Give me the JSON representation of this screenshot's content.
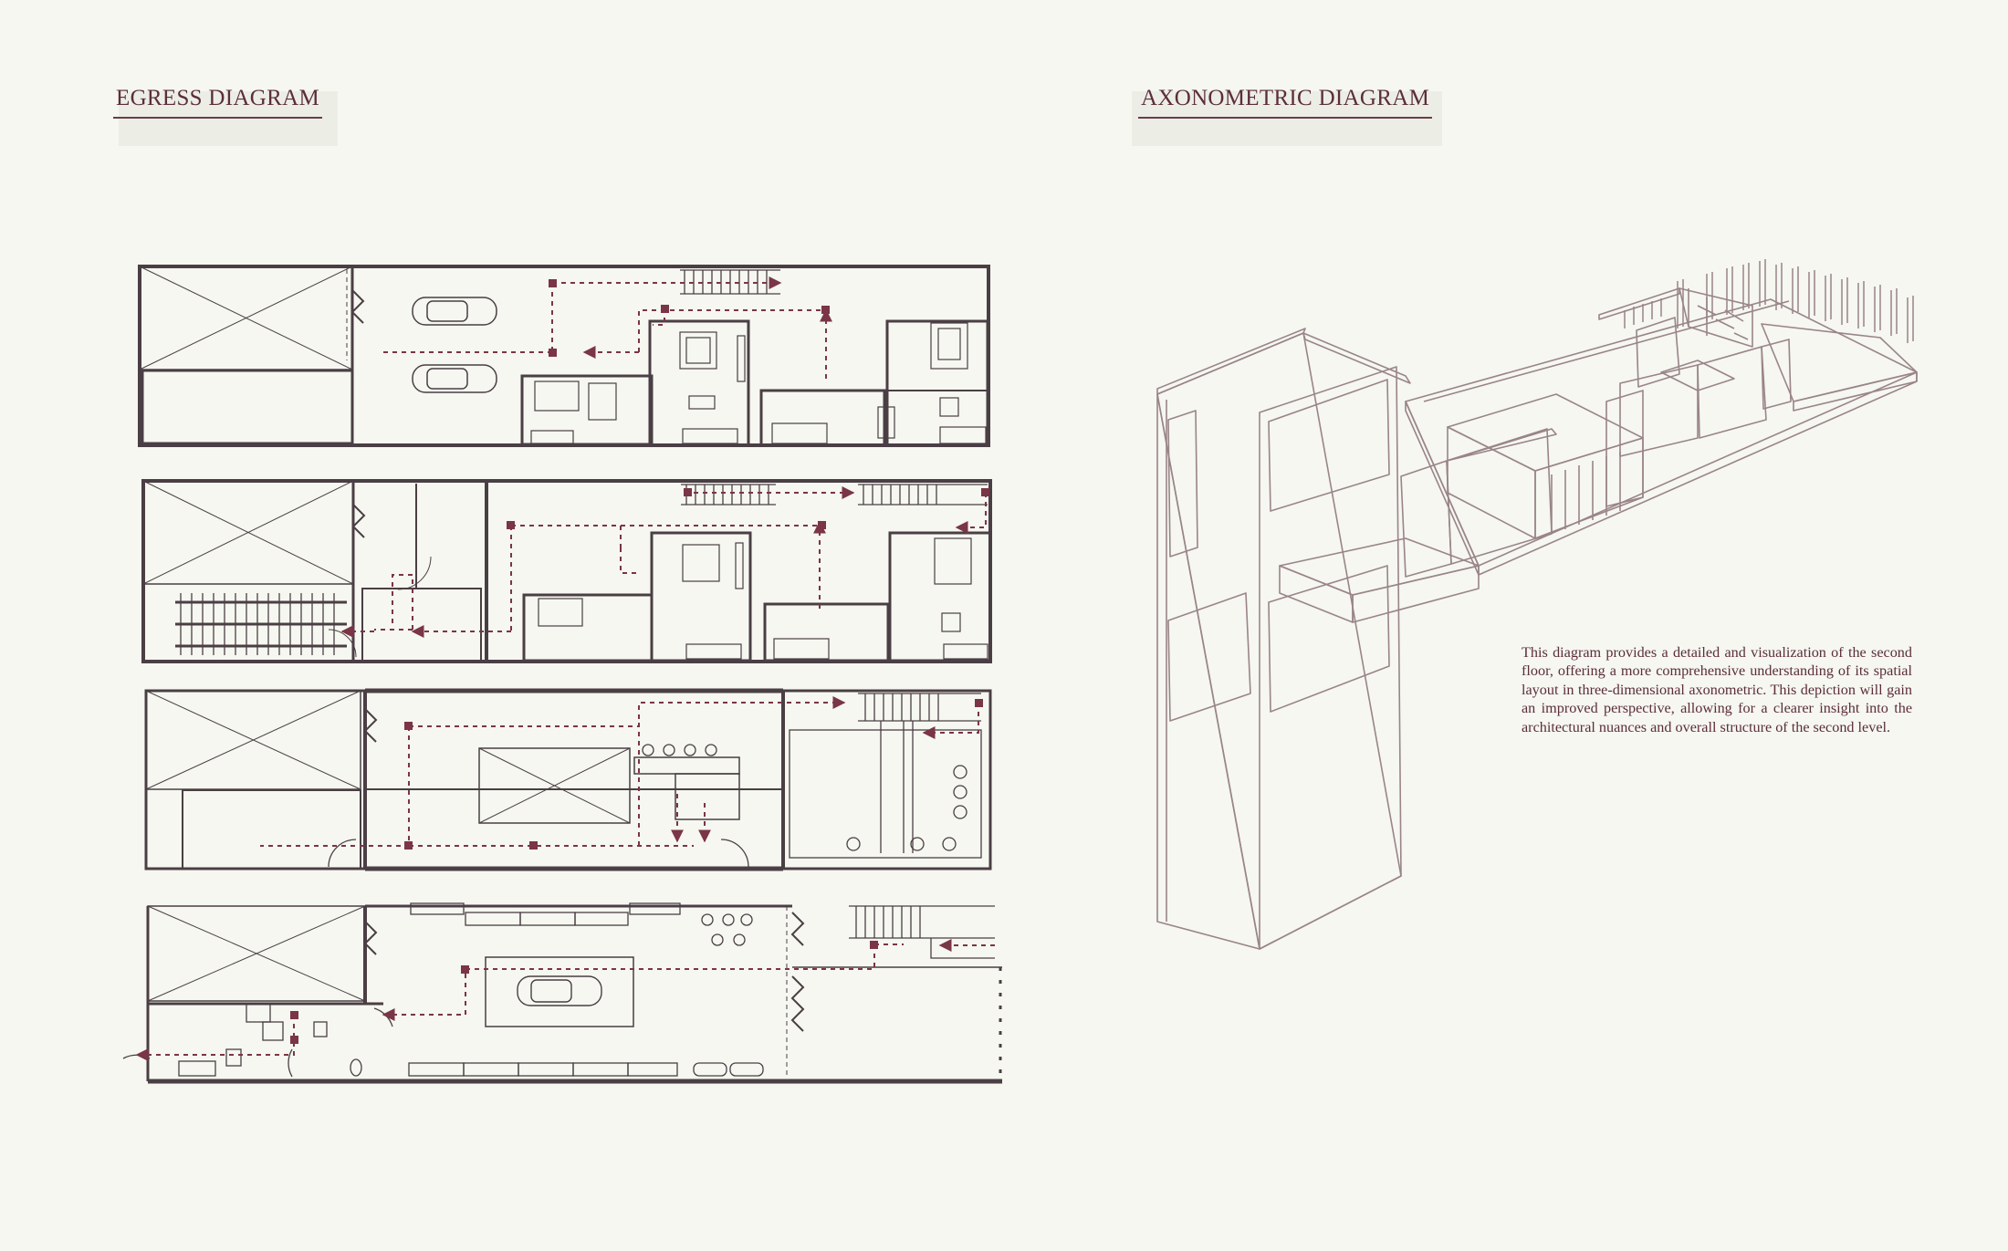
{
  "egress_section": {
    "title": "EGRESS DIAGRAM"
  },
  "axonometric_section": {
    "title": "AXONOMETRIC DIAGRAM",
    "description": "This diagram provides a detailed and visualization of the second floor, offering a more comprehensive understanding of its spatial layout in three-dimensional axonometric. This depiction will gain an improved perspective, allowing for a clearer insight into the architectural nuances and overall structure of the second level."
  },
  "colors": {
    "background": "#f5f7f0",
    "heading_text": "#5c2d3b",
    "wall": "#4a3f44",
    "egress_path": "#7a3546",
    "axonometric_line": "#9a8489"
  }
}
